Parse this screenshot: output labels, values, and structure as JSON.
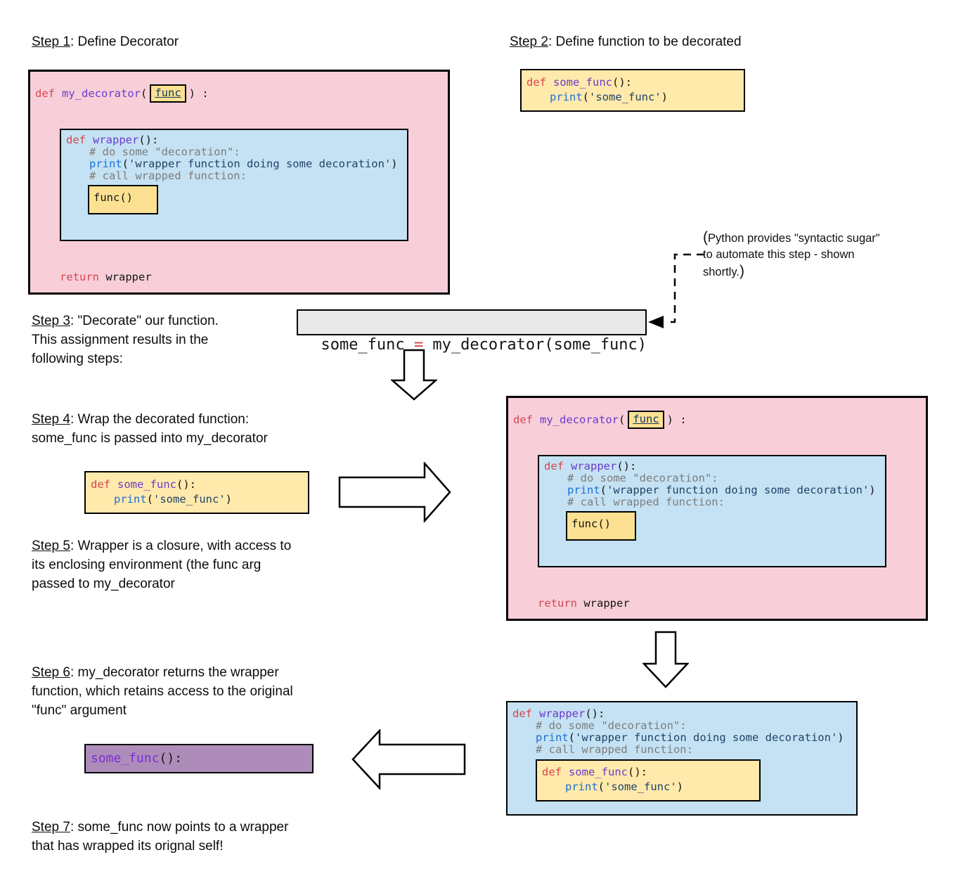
{
  "colors": {
    "pink": "#f8cfd9",
    "blue": "#c4e2f3",
    "yellow": "#ffe9ab",
    "yellow-deep": "#fbe191",
    "gray": "#e9e9e9",
    "purple": "#ae8cba",
    "code-keyword": "#d8454f",
    "code-function": "#6b3ace",
    "code-print": "#1e6fd6",
    "code-comment": "#7d7d7d",
    "code-string": "#1f4368",
    "code-default": "#151515"
  },
  "headings": {
    "step1": {
      "label": "Step 1",
      "text": ": Define Decorator"
    },
    "step2": {
      "label": "Step 2",
      "text": ": Define function to be decorated"
    }
  },
  "steps": {
    "step3": {
      "label": "Step 3",
      "lines": [
        ": \"Decorate\" our function.",
        "This assignment results in the",
        "following steps:"
      ]
    },
    "step4": {
      "label": "Step 4",
      "lines": [
        ": Wrap the decorated function:",
        "some_func is passed into my_decorator"
      ]
    },
    "step5": {
      "label": "Step 5",
      "lines": [
        ": Wrapper is a closure, with access to",
        "its enclosing environment (the func arg",
        "passed to my_decorator"
      ]
    },
    "step6": {
      "label": "Step 6",
      "lines": [
        ": my_decorator returns the wrapper",
        "function, which retains access to the original",
        "\"func\" argument"
      ]
    },
    "step7": {
      "label": "Step 7",
      "lines": [
        ": some_func now points to a wrapper",
        "that has wrapped its orignal self!"
      ]
    }
  },
  "annotation": {
    "open": "(",
    "lines": [
      "Python provides \"syntactic sugar\"",
      "to automate this step - shown",
      "shortly."
    ],
    "close": ")"
  },
  "code": {
    "decorator": {
      "kw_def": "def",
      "name": "my_decorator",
      "open": "(",
      "param": "func",
      "close": ") :",
      "kw_return": "return",
      "ret_val": " wrapper"
    },
    "wrapper": {
      "kw_def": "def",
      "name": "wrapper",
      "sig": "():",
      "comment1": "# do some \"decoration\":",
      "kw_print": "print",
      "p_open": "(",
      "str": "'wrapper function doing some decoration'",
      "p_close": ")",
      "comment2": "# call wrapped function:",
      "call": "func()"
    },
    "some_func": {
      "kw_def": "def",
      "name": "some_func",
      "sig": "():",
      "kw_print": "print",
      "p_open": "(",
      "str": "'some_func'",
      "p_close": ")"
    },
    "assignment": {
      "lhs": "some_func ",
      "eq": "=",
      "rhs": " my_decorator(some_func)"
    },
    "result": {
      "name": "some_func",
      "sig": "():"
    }
  }
}
